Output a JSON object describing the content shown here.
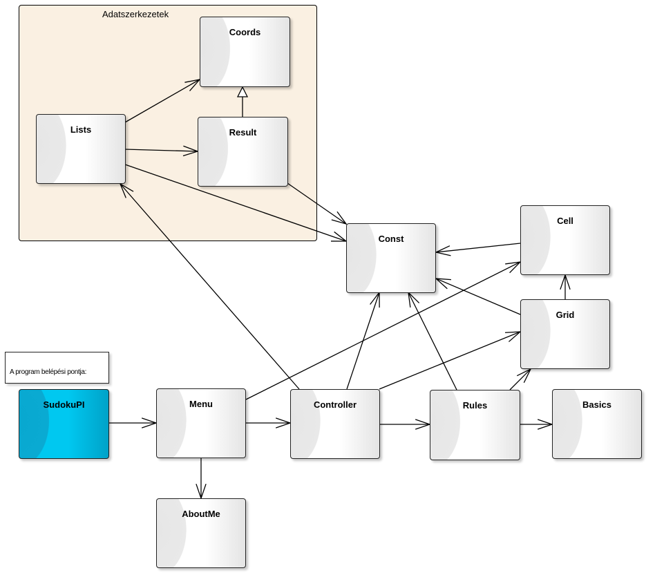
{
  "package": {
    "title": "Adatszerkezetek"
  },
  "note": {
    "text": "A program belépési pontja:"
  },
  "classes": {
    "coords": {
      "name": "Coords"
    },
    "lists": {
      "name": "Lists"
    },
    "result": {
      "name": "Result"
    },
    "const": {
      "name": "Const"
    },
    "cell": {
      "name": "Cell"
    },
    "grid": {
      "name": "Grid"
    },
    "sudokupi": {
      "name": "SudokuPI"
    },
    "menu": {
      "name": "Menu"
    },
    "controller": {
      "name": "Controller"
    },
    "rules": {
      "name": "Rules"
    },
    "basics": {
      "name": "Basics"
    },
    "aboutme": {
      "name": "AboutMe"
    }
  },
  "relations": [
    {
      "from": "Lists",
      "to": "Coords",
      "type": "association"
    },
    {
      "from": "Lists",
      "to": "Result",
      "type": "association"
    },
    {
      "from": "Lists",
      "to": "Const",
      "type": "association"
    },
    {
      "from": "Result",
      "to": "Coords",
      "type": "generalization"
    },
    {
      "from": "Result",
      "to": "Const",
      "type": "association"
    },
    {
      "from": "Cell",
      "to": "Const",
      "type": "association"
    },
    {
      "from": "Grid",
      "to": "Const",
      "type": "association"
    },
    {
      "from": "Grid",
      "to": "Cell",
      "type": "association"
    },
    {
      "from": "Controller",
      "to": "Lists",
      "type": "association"
    },
    {
      "from": "Controller",
      "to": "Const",
      "type": "association"
    },
    {
      "from": "Controller",
      "to": "Grid",
      "type": "association"
    },
    {
      "from": "Controller",
      "to": "Rules",
      "type": "association"
    },
    {
      "from": "Rules",
      "to": "Const",
      "type": "association"
    },
    {
      "from": "Rules",
      "to": "Grid",
      "type": "association"
    },
    {
      "from": "Rules",
      "to": "Basics",
      "type": "association"
    },
    {
      "from": "Menu",
      "to": "Cell",
      "type": "association"
    },
    {
      "from": "Menu",
      "to": "Controller",
      "type": "association"
    },
    {
      "from": "Menu",
      "to": "AboutMe",
      "type": "association"
    },
    {
      "from": "SudokuPI",
      "to": "Menu",
      "type": "association"
    }
  ],
  "colors": {
    "package_fill": "#faf0e2",
    "entry_class_fill": "#00c8f0",
    "class_fill": "#ffffff",
    "line": "#000000"
  }
}
